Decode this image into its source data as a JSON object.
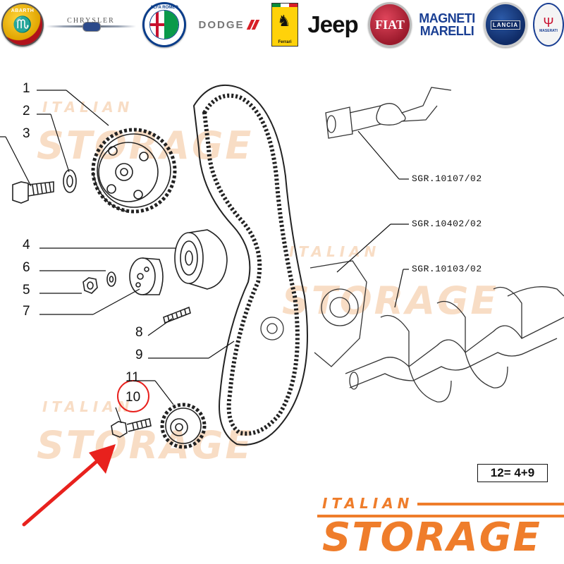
{
  "brands": {
    "abarth": "ABARTH",
    "chrysler": "CHRYSLER",
    "alfa_romeo": "ALFA ROMEO",
    "dodge": "DODGE",
    "ferrari": "Ferrari",
    "jeep": "Jeep",
    "fiat": "FIAT",
    "magneti_marelli_line1": "MAGNETI",
    "magneti_marelli_line2": "MARELLI",
    "lancia": "LANCIA",
    "maserati": "MASERATI"
  },
  "callouts": {
    "n1": "1",
    "n2": "2",
    "n3": "3",
    "n4": "4",
    "n5": "5",
    "n6": "6",
    "n7": "7",
    "n8": "8",
    "n9": "9",
    "n10": "10",
    "n11": "11"
  },
  "references": {
    "camshaft": "SGR.10107/02",
    "engine_block": "SGR.10402/02",
    "crankshaft": "SGR.10103/02"
  },
  "formula": "12= 4+9",
  "watermark": {
    "small": "ITALIAN",
    "big": "STORAGE"
  },
  "logo": {
    "top": "ITALIAN",
    "bottom": "STORAGE"
  },
  "colors": {
    "brand_orange": "#ef7d2b",
    "highlight_red": "#e8211d"
  },
  "icons": {
    "pointer": "red-arrow-icon",
    "highlight": "red-circle-icon"
  }
}
